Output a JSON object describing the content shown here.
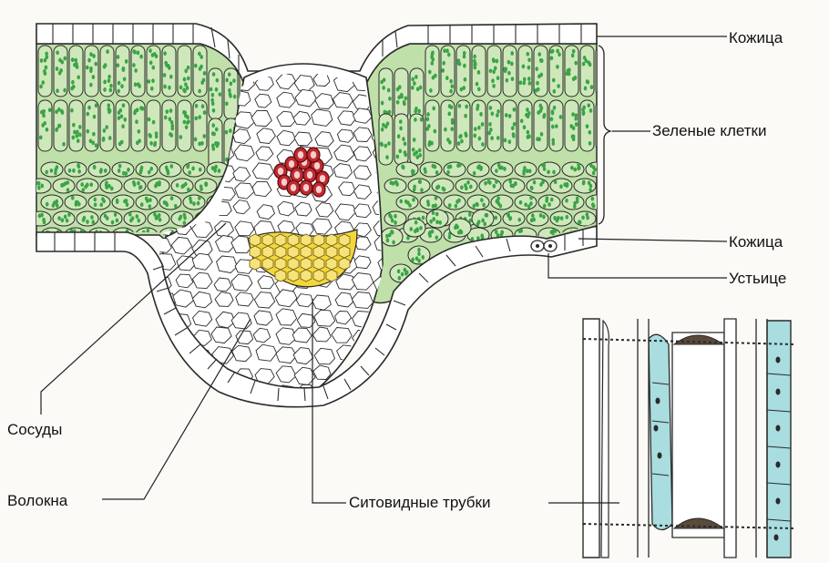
{
  "labels": {
    "epidermis_top": "Кожица",
    "green_cells": "Зеленые клетки",
    "epidermis_bottom": "Кожица",
    "stoma": "Устьице",
    "vessels": "Сосуды",
    "fibers": "Волокна",
    "sieve_tubes": "Ситовидные трубки"
  },
  "colors": {
    "mesophyll_fill": "#bfe0a8",
    "chloroplast": "#3aa447",
    "xylem_red": "#c22a2f",
    "fiber_yellow": "#f3d63a",
    "sieve_blue": "#a9dde0",
    "outline": "#2a2a2a"
  }
}
